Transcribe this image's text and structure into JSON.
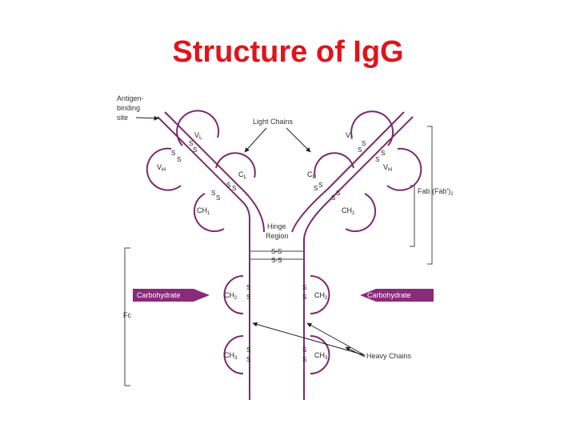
{
  "title": "Structure of IgG",
  "labels": {
    "antigen_line1": "Antigen-",
    "antigen_line2": "binding",
    "antigen_line3": "site",
    "light_chains": "Light Chains",
    "hinge_line1": "Hinge",
    "hinge_line2": "Region",
    "fab": "Fab (Fab')",
    "fab_sub": "2",
    "fc": "Fc",
    "heavy_chains": "Heavy Chains",
    "carbohydrate": "Carbohydrate"
  },
  "domains": {
    "vl": "V",
    "vl_sub": "L",
    "vh": "V",
    "vh_sub": "H",
    "cl": "C",
    "cl_sub": "L",
    "ch1": "CH",
    "ch1_sub": "1",
    "ch2": "CH",
    "ch2_sub": "2",
    "ch3": "CH",
    "ch3_sub": "3"
  },
  "disulfide": "S-S",
  "sulfur": "S",
  "colors": {
    "title": "#e0141b",
    "chain": "#7b2a6e",
    "carbohydrate_box": "#8a2a7a",
    "line": "#444444"
  }
}
